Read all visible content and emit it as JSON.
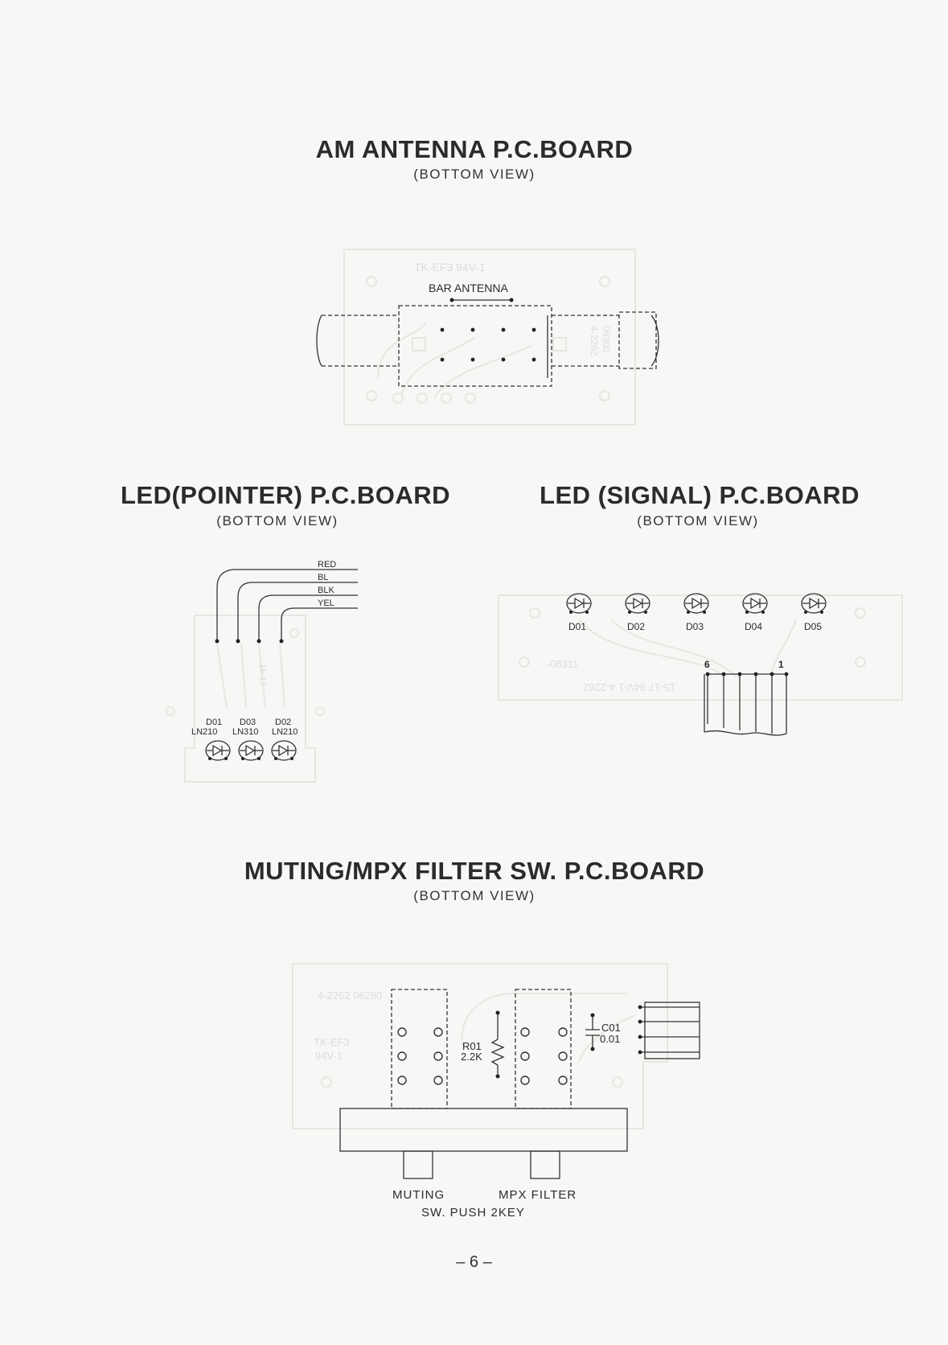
{
  "page": {
    "number": "– 6 –"
  },
  "am_antenna": {
    "title": "AM ANTENNA P.C.BOARD",
    "subtitle": "(BOTTOM VIEW)",
    "bar_antenna_label": "BAR ANTENNA",
    "board_code": "TK-EF3 94V-1",
    "side_code_1": "4-2262",
    "side_code_2": "06300"
  },
  "led_pointer": {
    "title": "LED(POINTER) P.C.BOARD",
    "subtitle": "(BOTTOM VIEW)",
    "wires": [
      "RED",
      "BL",
      "BLK",
      "YEL"
    ],
    "leds": [
      {
        "ref": "D01",
        "part": "LN210"
      },
      {
        "ref": "D03",
        "part": "LN310"
      },
      {
        "ref": "D02",
        "part": "LN210"
      }
    ]
  },
  "led_signal": {
    "title": "LED (SIGNAL) P.C.BOARD",
    "subtitle": "(BOTTOM VIEW)",
    "leds": [
      "D01",
      "D02",
      "D03",
      "D04",
      "D05"
    ],
    "pin_first": "6",
    "pin_last": "1",
    "code_1": "15-17 94V-1 4-2262",
    "code_2": "-06311"
  },
  "muting": {
    "title": "MUTING/MPX FILTER SW. P.C.BOARD",
    "subtitle": "(BOTTOM VIEW)",
    "board_code_1": "4-2262 06280",
    "board_code_2": "TK-EF3",
    "board_code_3": "94V-1",
    "resistor_ref": "R01",
    "resistor_value": "2.2K",
    "cap_ref": "C01",
    "cap_value": "0.01",
    "label_muting": "MUTING",
    "label_mpx": "MPX FILTER",
    "label_sw": "SW. PUSH 2KEY"
  }
}
